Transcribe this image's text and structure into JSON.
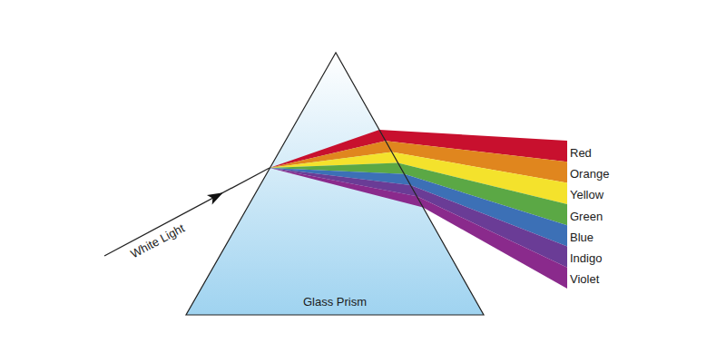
{
  "diagram": {
    "nodes": [
      {
        "text": [
          "Glass Prism"
        ]
      }
    ],
    "labels": [
      "White Light",
      "Red",
      "Orange",
      "Yellow",
      "Green",
      "Blue",
      "Indigo",
      "Violet"
    ]
  }
}
